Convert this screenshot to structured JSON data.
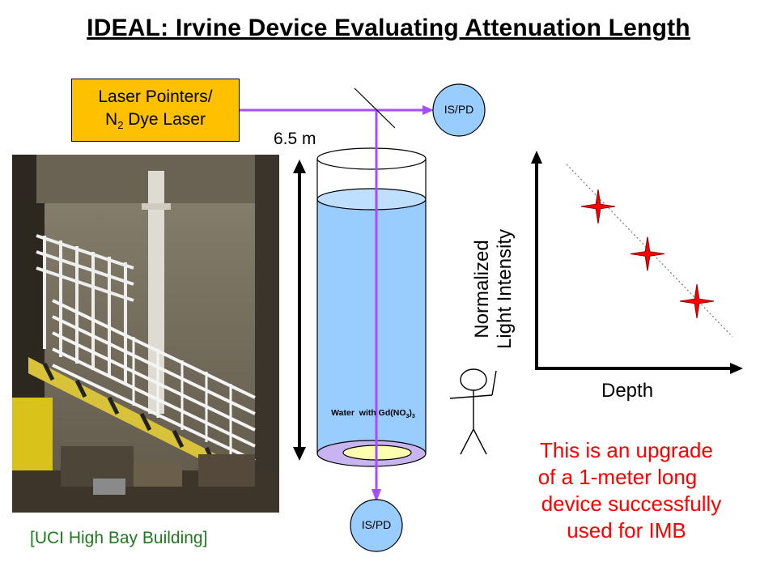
{
  "title": "IDEAL: Irvine Device Evaluating Attenuation Length",
  "laser": {
    "line1": "Laser Pointers/",
    "line2_main": "N",
    "line2_sub": "2",
    "line2_rest": " Dye Laser"
  },
  "detectors": {
    "top": "IS/PD",
    "bottom": "IS/PD"
  },
  "tube": {
    "height_label": "6.5 m",
    "water_label": "Water  with Gd(NO",
    "water_sub_1": "3",
    "water_close": ")",
    "water_sub_2": "3"
  },
  "photo": {
    "caption": "[UCI High Bay Building]"
  },
  "chart_data": {
    "type": "scatter",
    "title": "",
    "xlabel": "Depth",
    "ylabel_lines": [
      "Normalized",
      "Light Intensity"
    ],
    "points": [
      {
        "depth": 1,
        "intensity": 3
      },
      {
        "depth": 2,
        "intensity": 2
      },
      {
        "depth": 3,
        "intensity": 1
      }
    ],
    "trend_line": "dotted",
    "marker": "red-four-point-star",
    "marker_color": "#ff0000"
  },
  "note": [
    "This is an upgrade",
    "of a 1-meter long",
    "device successfully",
    "used for IMB"
  ],
  "colors": {
    "laser_box": "#ffc000",
    "beam": "#a64dff",
    "water": "#99ccff",
    "circle": "#99ccff",
    "note": "#ff0000",
    "caption": "#1f7a1f"
  }
}
